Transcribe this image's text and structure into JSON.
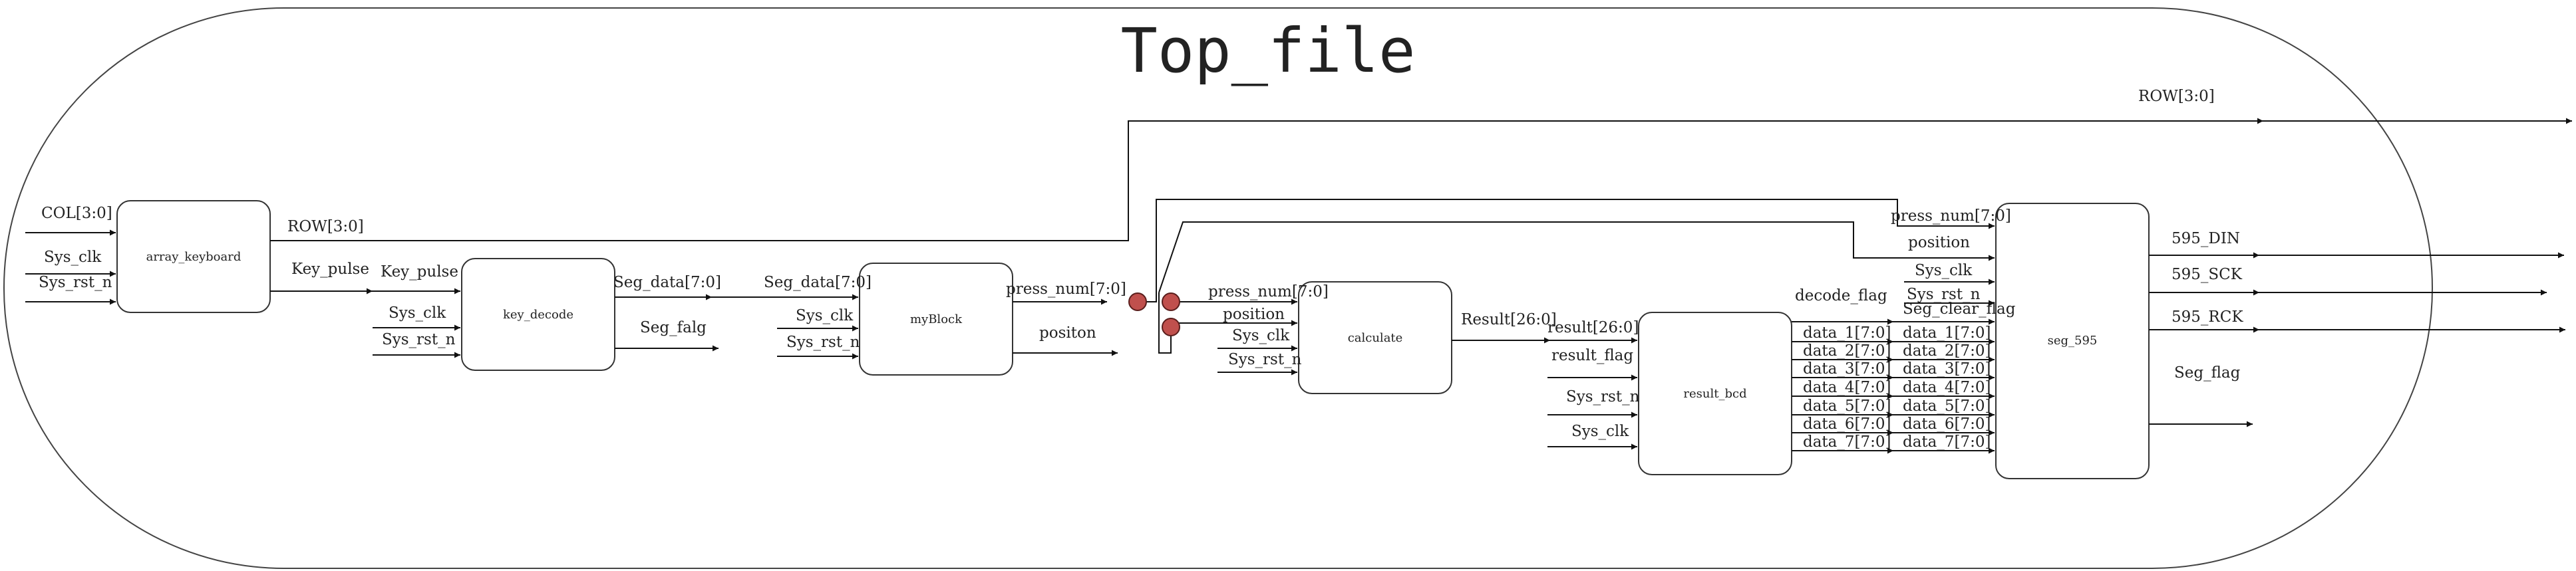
{
  "title": "Top_file",
  "colors": {
    "junction": "#c0504d",
    "line": "#111111"
  },
  "blocks": {
    "array_keyboard": "array_keyboard",
    "key_decode": "key_decode",
    "myBlock": "myBlock",
    "calculate": "calculate",
    "result_bcd": "result_bcd",
    "seg_595": "seg_595"
  },
  "labels": {
    "col": "COL[3:0]",
    "kb_sys_clk": "Sys_clk",
    "kb_sys_rst_n": "Sys_rst_n",
    "row_out": "ROW[3:0]",
    "key_pulse_out": "Key_pulse",
    "key_pulse_in": "Key_pulse",
    "kd_sys_clk": "Sys_clk",
    "kd_sys_rst_n": "Sys_rst_n",
    "seg_data_out": "Seg_data[7:0]",
    "seg_falg": "Seg_falg",
    "seg_data_in": "Seg_data[7:0]",
    "mb_sys_clk": "Sys_clk",
    "mb_sys_rst_n": "Sys_rst_n",
    "press_num_out": "press_num[7:0]",
    "positon": "positon",
    "calc_press_num": "press_num[7:0]",
    "calc_position": "position",
    "calc_sys_clk": "Sys_clk",
    "calc_sys_rst_n": "Sys_rst_n",
    "result_out": "Result[26:0]",
    "result_in": "result[26:0]",
    "result_flag": "result_flag",
    "bcd_sys_rst_n": "Sys_rst_n",
    "bcd_sys_clk": "Sys_clk",
    "decode_flag": "decode_flag",
    "row_top": "ROW[3:0]",
    "seg_press_num": "press_num[7:0]",
    "seg_position": "position",
    "seg_sys_clk": "Sys_clk",
    "seg_sys_rst_n": "Sys_rst_n",
    "seg_clear_flag": "Seg_clear_flag",
    "din": "595_DIN",
    "sck": "595_SCK",
    "rck": "595_RCK",
    "seg_flag": "Seg_flag"
  },
  "data_buses": [
    "data_1[7:0]",
    "data_2[7:0]",
    "data_3[7:0]",
    "data_4[7:0]",
    "data_5[7:0]",
    "data_6[7:0]",
    "data_7[7:0]"
  ]
}
